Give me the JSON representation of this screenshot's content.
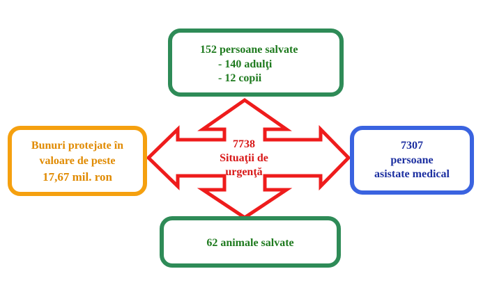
{
  "center": {
    "count": "7738",
    "line2": "Situaţii de",
    "line3": "urgenţă",
    "color": "#ee1c1c"
  },
  "top_box": {
    "headline": "152 persoane salvate",
    "item1": "- 140 adulţi",
    "item2": "- 12 copii",
    "border_color": "#2e8b57"
  },
  "left_box": {
    "line1": "Bunuri protejate în",
    "line2": "valoare de peste",
    "line3": "17,67 mil. ron",
    "border_color": "#f5a00f"
  },
  "right_box": {
    "line1": "7307",
    "line2": "persoane",
    "line3": "asistate medical",
    "border_color": "#3a63e0"
  },
  "bottom_box": {
    "line1": "62 animale salvate",
    "border_color": "#2e8b57"
  }
}
